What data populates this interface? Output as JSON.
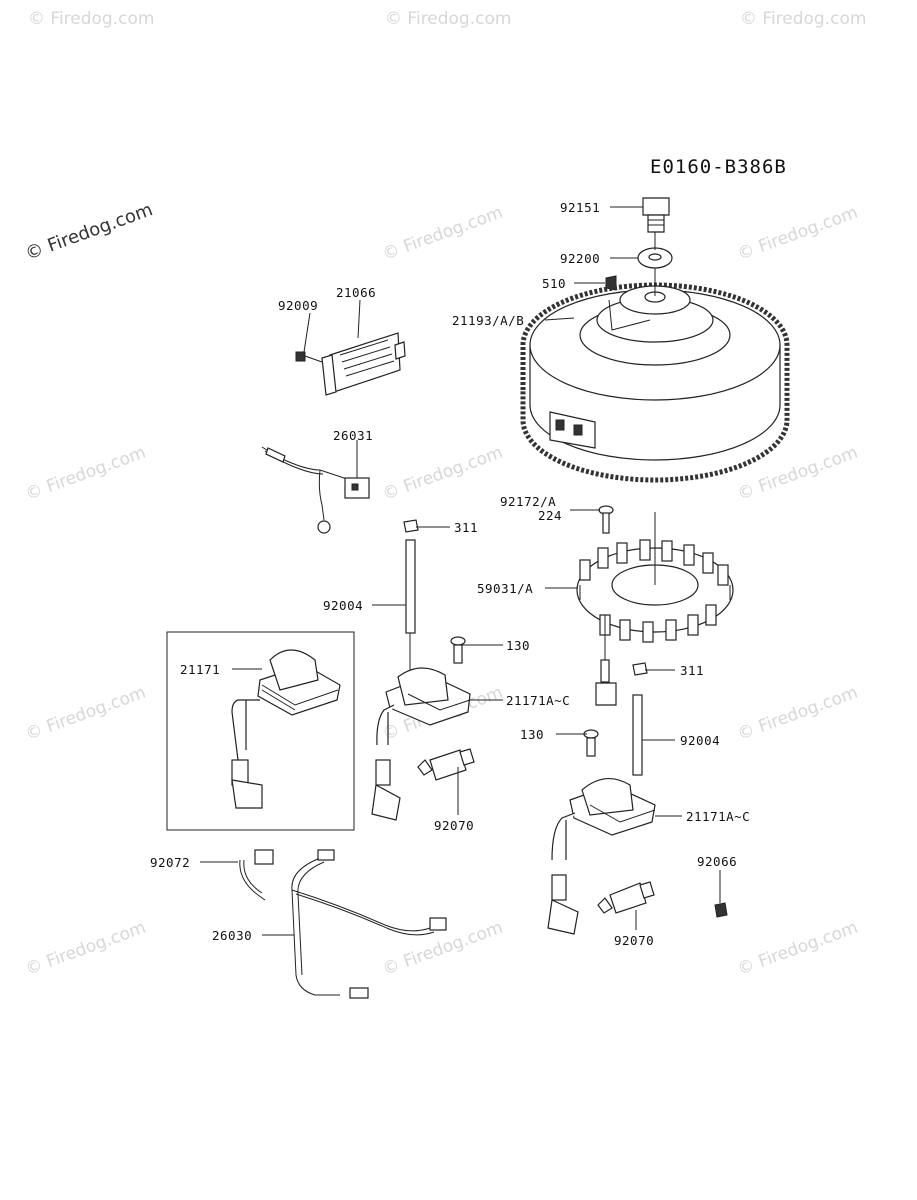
{
  "diagram_code": "E0160-B386B",
  "watermark": "© Firedog.com",
  "colors": {
    "ink": "#111111",
    "watermark": "#d7d7d7",
    "background": "#ffffff"
  },
  "callouts": [
    "92151",
    "92200",
    "510",
    "21193/A/B",
    "92009",
    "21066",
    "26031",
    "92172/A",
    "224",
    "311",
    "59031/A",
    "92004",
    "21171",
    "130",
    "21171A~C",
    "311",
    "130",
    "92004",
    "92070",
    "21171A~C",
    "92072",
    "92066",
    "26030",
    "92070"
  ]
}
